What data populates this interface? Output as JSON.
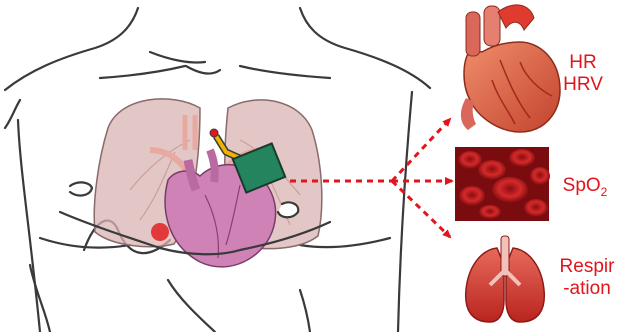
{
  "colors": {
    "label_red": "#e0161b",
    "arrow_red": "#e3141b",
    "outline": "#3a3a3a",
    "lung_fill": "#d9b3b3",
    "heart_purple": "#cf82b6",
    "sensor_green": "#23845e",
    "sensor_lead": "#f0b400",
    "blood_red": "#a7141a",
    "organ_heart": "#d4573f",
    "organ_lung": "#d23d35"
  },
  "icons": {
    "heart": "heart-organ-icon",
    "blood": "red-blood-cells-icon",
    "lungs": "lungs-icon",
    "sensor": "wearable-sensor-icon"
  },
  "labels": {
    "heart_metrics": [
      "HR",
      "HRV"
    ],
    "blood_metric": {
      "base": "SpO",
      "subscript": "2"
    },
    "respiration": [
      "Respir",
      "-ation"
    ]
  }
}
